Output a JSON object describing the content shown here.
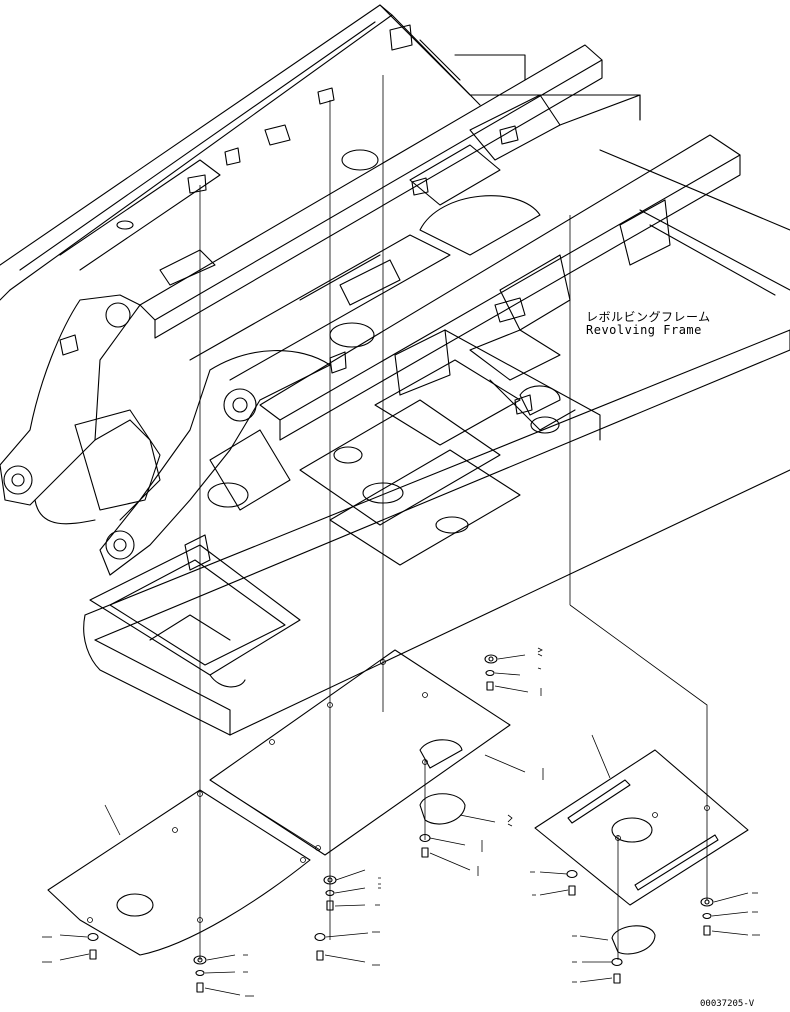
{
  "diagram": {
    "part_label_jp": "レボルビングフレーム",
    "part_label_en": "Revolving Frame",
    "drawing_number": "00037205-V",
    "line_color": "#000000",
    "background": "#ffffff"
  }
}
